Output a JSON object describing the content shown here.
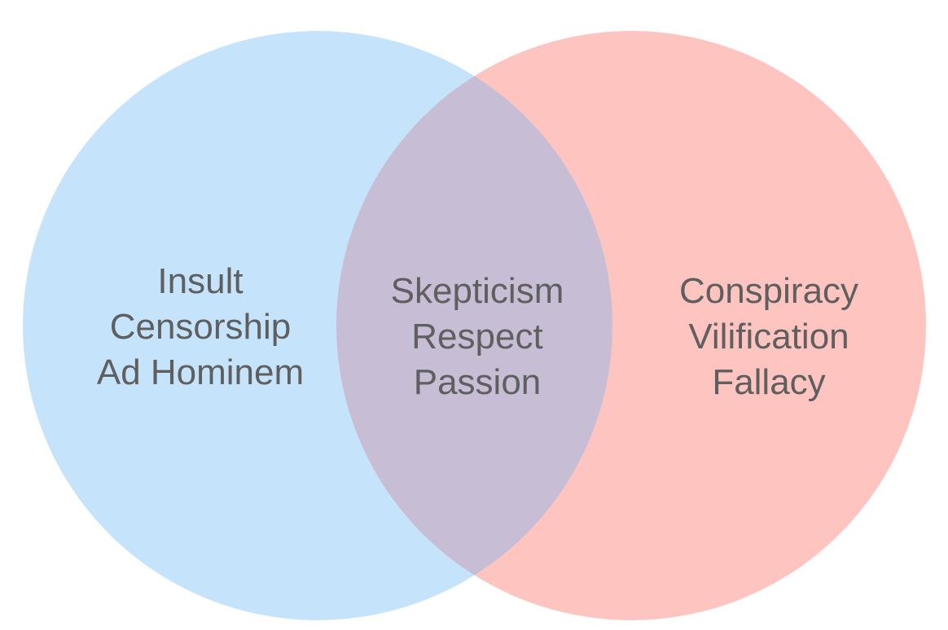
{
  "colors": {
    "left_circle": "#c5e4fc",
    "right_circle": "#fdc4c0",
    "overlap": "#c7bed6",
    "text": "#5f5f5f",
    "background": "#ffffff"
  },
  "venn": {
    "left_only": {
      "terms": [
        "Insult",
        "Censorship",
        "Ad Hominem"
      ]
    },
    "intersection": {
      "terms": [
        "Skepticism",
        "Respect",
        "Passion"
      ]
    },
    "right_only": {
      "terms": [
        "Conspiracy",
        "Vilification",
        "Fallacy"
      ]
    }
  }
}
